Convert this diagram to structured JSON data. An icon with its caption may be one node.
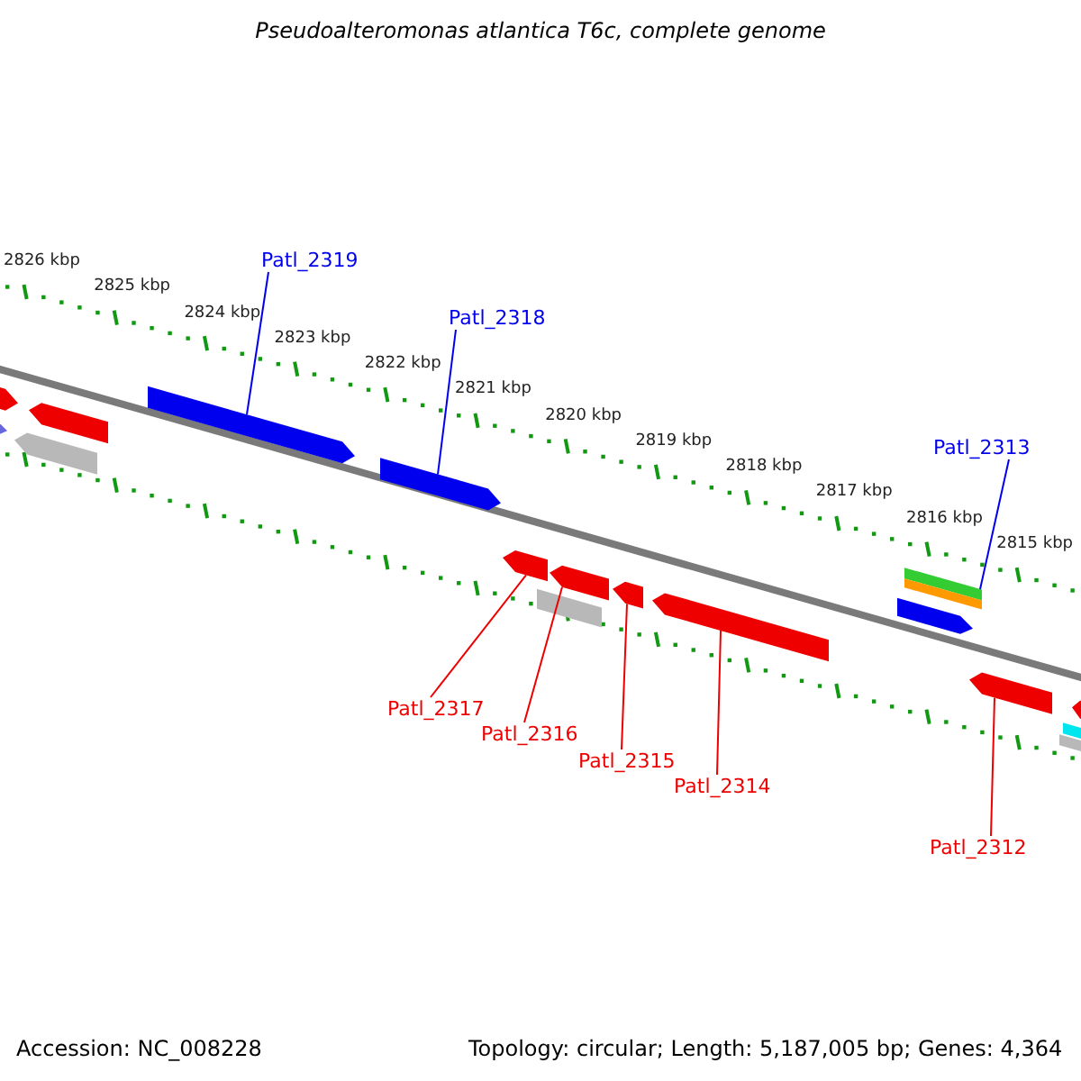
{
  "diagram": {
    "title": "Pseudoalteromonas atlantica T6c, complete genome",
    "nodes": [
      {
        "text": [
          "Patl_2319"
        ]
      },
      {
        "text": [
          "Patl_2318"
        ]
      },
      {
        "text": [
          "Patl_2313"
        ]
      },
      {
        "text": [
          "Patl_2317"
        ]
      },
      {
        "text": [
          "Patl_2316"
        ]
      },
      {
        "text": [
          "Patl_2315"
        ]
      },
      {
        "text": [
          "Patl_2314"
        ]
      },
      {
        "text": [
          "Patl_2312"
        ]
      },
      {
        "text": [],
        "shape": "arrow"
      },
      {
        "text": [],
        "shape": "arrow"
      },
      {
        "text": [],
        "shape": "bar"
      },
      {
        "text": [],
        "shape": "arrow"
      },
      {
        "text": [],
        "shape": "arrow"
      },
      {
        "text": [],
        "shape": "arrow"
      },
      {
        "text": [],
        "shape": "arrow"
      },
      {
        "text": [],
        "shape": "arrow"
      },
      {
        "text": [],
        "shape": "arrow"
      },
      {
        "text": [],
        "shape": "arrow"
      },
      {
        "text": [],
        "shape": "arrow"
      },
      {
        "text": [],
        "shape": "arrow"
      },
      {
        "text": [],
        "shape": "bar"
      },
      {
        "text": [],
        "shape": "arrow"
      },
      {
        "text": [],
        "shape": "bar"
      },
      {
        "text": [],
        "shape": "arrow"
      },
      {
        "text": [],
        "shape": "bar"
      },
      {
        "text": [],
        "shape": "bar"
      }
    ],
    "edges": [
      {
        "from": 0,
        "to": 8,
        "arrow": "none",
        "color": "#0000ee"
      },
      {
        "from": 1,
        "to": 9,
        "arrow": "none",
        "color": "#0000ee"
      },
      {
        "from": 2,
        "to": 10,
        "arrow": "none",
        "color": "#0000ee"
      },
      {
        "from": 3,
        "to": 11,
        "arrow": "none"
      },
      {
        "from": 4,
        "to": 12,
        "arrow": "none"
      },
      {
        "from": 5,
        "to": 13,
        "arrow": "none"
      },
      {
        "from": 6,
        "to": 14,
        "arrow": "none"
      },
      {
        "from": 7,
        "to": 15,
        "arrow": "none"
      }
    ],
    "labels": [
      "2826 kbp",
      "2825 kbp",
      "2824 kbp",
      "2823 kbp",
      "2822 kbp",
      "2821 kbp",
      "2820 kbp",
      "2819 kbp",
      "2818 kbp",
      "2817 kbp",
      "2816 kbp",
      "2815 kbp",
      "Accession: NC_008228",
      "Topology: circular; Length: 5,187,005 bp; Genes: 4,364"
    ]
  }
}
